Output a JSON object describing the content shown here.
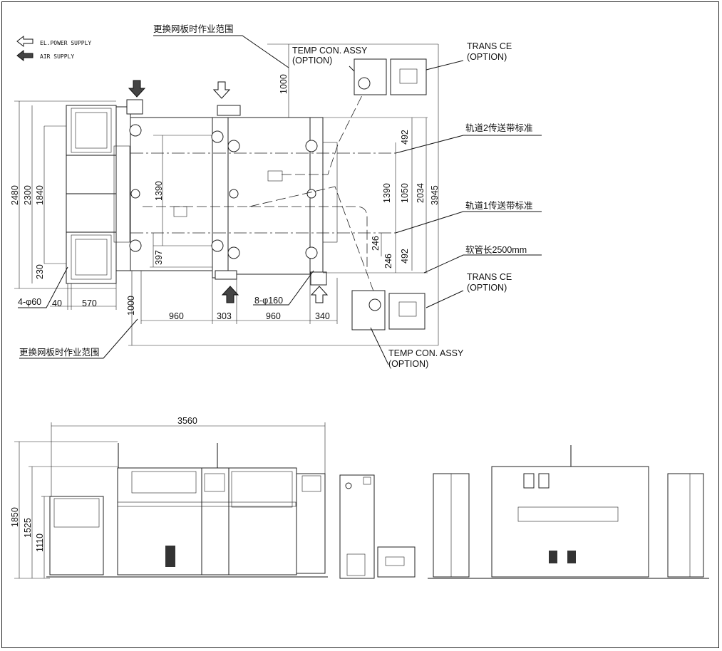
{
  "legend": {
    "power": "EL.POWER SUPPLY",
    "air": "AIR SUPPLY"
  },
  "labels": {
    "stencil_area_top": "更换网板时作业范围",
    "stencil_area_bottom": "更换网板时作业范围",
    "temp_con_top_1": "TEMP CON. ASSY",
    "temp_con_top_2": "(OPTION)",
    "temp_con_bottom_1": "TEMP CON. ASSY",
    "temp_con_bottom_2": "(OPTION)",
    "trans_top_1": "TRANS CE",
    "trans_top_2": "(OPTION)",
    "trans_bottom_1": "TRANS CE",
    "trans_bottom_2": "(OPTION)",
    "lane2": "轨道2传送带标准",
    "lane1": "轨道1传送带标准",
    "hose": "软管长2500mm",
    "holes_small": "4-φ60",
    "holes_large": "8-φ160"
  },
  "dims": {
    "d2480": "2480",
    "d2300": "2300",
    "d1840": "1840",
    "d230": "230",
    "d40": "40",
    "d570": "570",
    "d1000_left": "1000",
    "d960a": "960",
    "d303": "303",
    "d960b": "960",
    "d340": "340",
    "d1390_left": "1390",
    "d397": "397",
    "d1000_top": "1000",
    "d1390_right": "1390",
    "d1050": "1050",
    "d2034": "2034",
    "d3945": "3945",
    "d492_top": "492",
    "d492_bottom": "492",
    "d246a": "246",
    "d246b": "246"
  },
  "side_dims": {
    "d3560": "3560",
    "d1850": "1850",
    "d1525": "1525",
    "d1110": "1110"
  }
}
